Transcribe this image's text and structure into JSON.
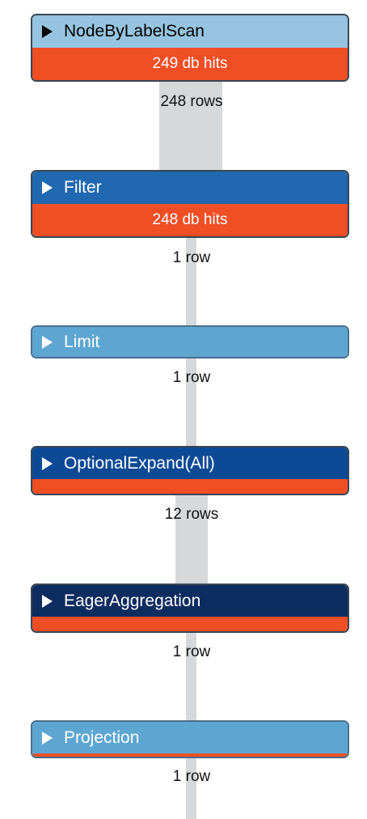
{
  "colors": {
    "light_blue": "#96c4e0",
    "mid_blue": "#2068b0",
    "pale_blue": "#5ea6d2",
    "deep_blue": "#0d4a96",
    "navy": "#0d2c60",
    "hits_orange": "#f04e25",
    "pipe_gray": "#d6d9dc"
  },
  "operators": [
    {
      "name": "NodeByLabelScan",
      "hits": "249 db hits",
      "expander_icon": "triangle-right-icon"
    },
    {
      "name": "Filter",
      "hits": "248 db hits",
      "expander_icon": "triangle-right-icon"
    },
    {
      "name": "Limit",
      "hits": "",
      "expander_icon": "triangle-right-icon"
    },
    {
      "name": "OptionalExpand(All)",
      "hits": "",
      "expander_icon": "triangle-right-icon"
    },
    {
      "name": "EagerAggregation",
      "hits": "",
      "expander_icon": "triangle-right-icon"
    },
    {
      "name": "Projection",
      "hits": "",
      "expander_icon": "triangle-right-icon"
    }
  ],
  "row_counts": [
    {
      "label": "248 rows"
    },
    {
      "label": "1 row"
    },
    {
      "label": "1 row"
    },
    {
      "label": "12 rows"
    },
    {
      "label": "1 row"
    },
    {
      "label": "1 row"
    }
  ]
}
